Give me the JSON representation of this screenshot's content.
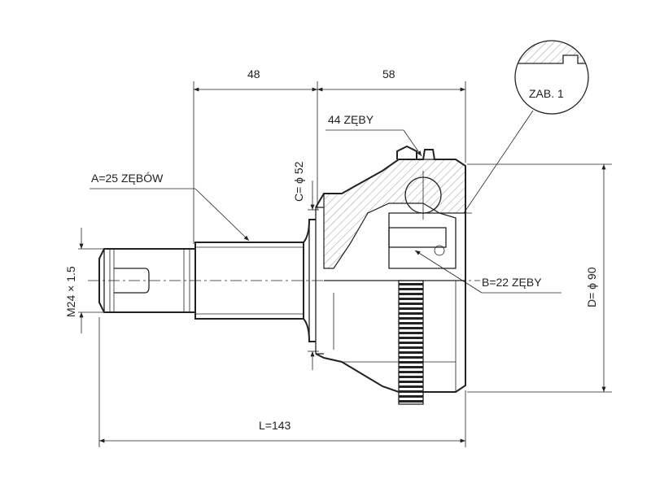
{
  "dimensions": {
    "width_48": "48",
    "width_58": "58",
    "length_total": "L=143",
    "diameter_c": "C= ϕ 52",
    "diameter_d": "D= ϕ 90",
    "thread": "M24 × 1.5"
  },
  "labels": {
    "spline_a": "A=25 ZĘBÓW",
    "spline_b": "B=22 ZĘBY",
    "teeth_44": "44 ZĘBY",
    "detail": "ZAB. 1"
  },
  "colors": {
    "line": "#222222",
    "hatch": "#555555",
    "background": "#ffffff"
  }
}
